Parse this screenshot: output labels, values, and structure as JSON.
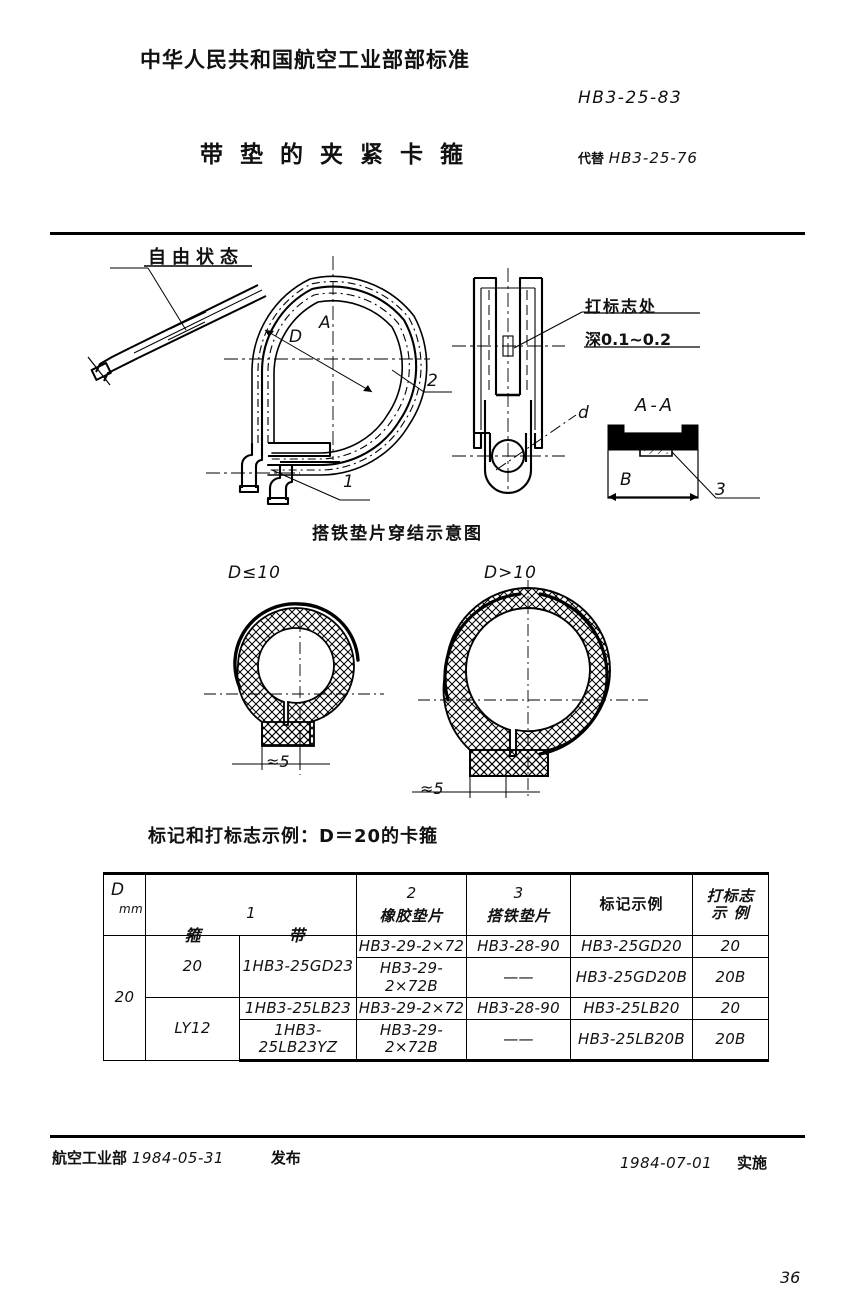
{
  "header": {
    "organization": "中华人民共和国航空工业部部标准",
    "standard_code": "HB3-25-83",
    "title": "带垫的夹紧卡箍",
    "replaces_label": "代替",
    "replaces_code": "HB3-25-76"
  },
  "figures": {
    "free_state_label": "自由状态",
    "mark_place_label": "打标志处",
    "mark_depth_label": "深0.1~0.2",
    "section_aa_label": "A-A",
    "dim_B": "B",
    "dim_d": "d",
    "dim_A": "A",
    "dim_D": "D",
    "item_1": "1",
    "item_2": "2",
    "item_3": "3",
    "ground_pad_caption": "搭铁垫片穿结示意图",
    "case_small": "D≤10",
    "case_large": "D>10",
    "approx5_left": "≈5",
    "approx5_right": "≈5"
  },
  "table": {
    "caption": "标记和打标志示例：D＝20的卡箍",
    "headers": {
      "d_symbol": "D",
      "d_unit": "mm",
      "group1_num": "1",
      "group1_a": "箍",
      "group1_b": "带",
      "col2_num": "2",
      "col2_text": "橡胶垫片",
      "col3_num": "3",
      "col3_text": "搭铁垫片",
      "col_mark_example": "标记示例",
      "col_stamp_example_l1": "打标志",
      "col_stamp_example_l2": "示 例"
    },
    "d_value": "20",
    "groups": [
      {
        "hoop": "20",
        "band": "1HB3-25GD23",
        "rows": [
          {
            "rubber_pad": "HB3-29-2×72",
            "ground_pad": "HB3-28-90",
            "mark_example": "HB3-25GD20",
            "stamp_example": "20"
          },
          {
            "rubber_pad": "HB3-29-2×72B",
            "ground_pad": "——",
            "mark_example": "HB3-25GD20B",
            "stamp_example": "20B"
          }
        ]
      },
      {
        "hoop": "LY12",
        "rows": [
          {
            "band": "1HB3-25LB23",
            "rubber_pad": "HB3-29-2×72",
            "ground_pad": "HB3-28-90",
            "mark_example": "HB3-25LB20",
            "stamp_example": "20"
          },
          {
            "band": "1HB3-25LB23YZ",
            "rubber_pad": "HB3-29-2×72B",
            "ground_pad": "——",
            "mark_example": "HB3-25LB20B",
            "stamp_example": "20B"
          }
        ]
      }
    ]
  },
  "footer": {
    "issuer": "航空工业部",
    "issue_date": "1984-05-31",
    "issue_verb": "发布",
    "effective_date": "1984-07-01",
    "effective_verb": "实施",
    "page_number": "36"
  }
}
